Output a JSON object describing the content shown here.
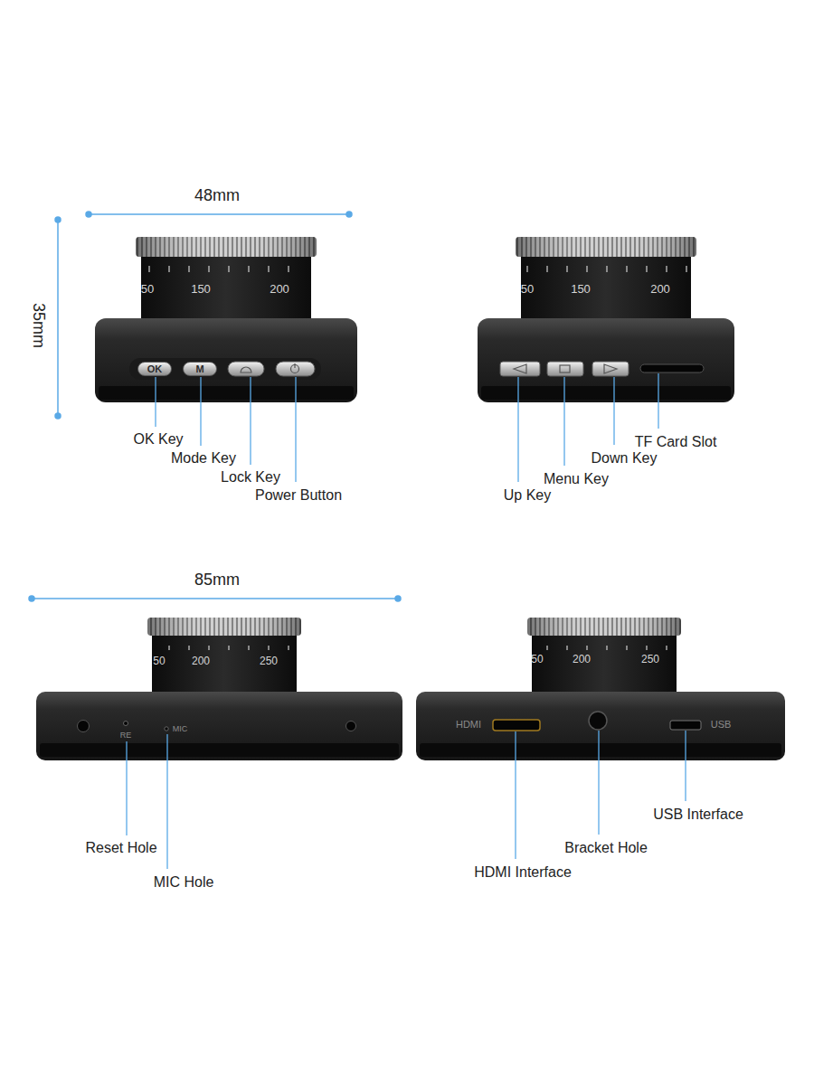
{
  "diagram": {
    "nodes": [
      {
        "text": [
          "OK"
        ]
      },
      {
        "text": [
          "M"
        ]
      }
    ],
    "labels": [
      "48mm",
      "35mm",
      "50",
      "150",
      "200",
      "50",
      "150",
      "200",
      "OK Key",
      "Mode Key",
      "Lock Key",
      "Power Button",
      "TF Card Slot",
      "Down Key",
      "Menu Key",
      "Up Key",
      "85mm",
      "50",
      "200",
      "250",
      "50",
      "200",
      "250",
      "RE",
      "MIC",
      "HDMI",
      "USB",
      "Reset Hole",
      "MIC Hole",
      "USB Interface",
      "Bracket Hole",
      "HDMI Interface"
    ]
  }
}
